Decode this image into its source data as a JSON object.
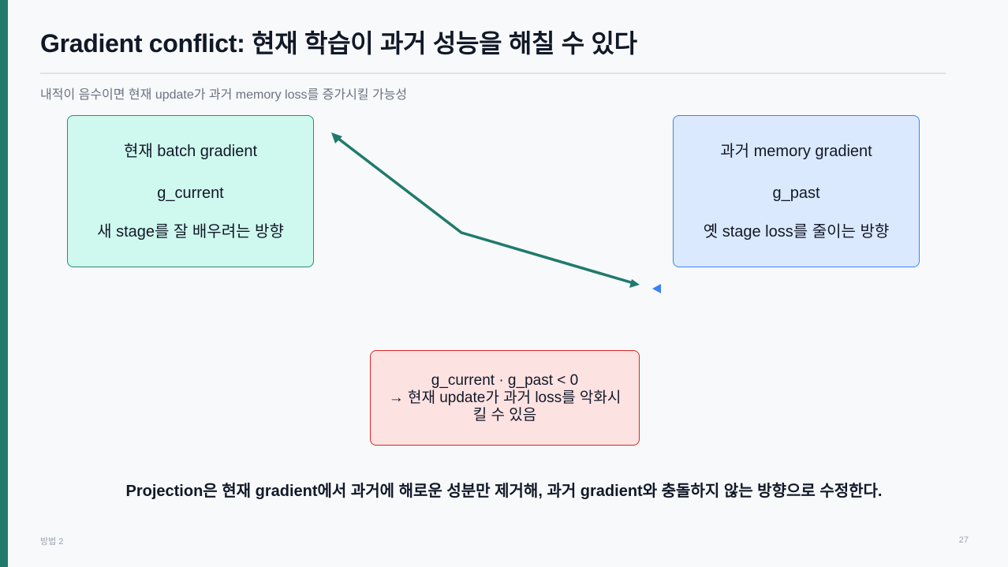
{
  "slide": {
    "title": "Gradient conflict: 현재 학습이 과거 성능을 해칠 수 있다",
    "subtitle": "내적이 음수이면 현재 update가 과거 memory loss를 증가시킬 가능성",
    "accent_color": "#1f7a6c"
  },
  "current_box": {
    "heading": "현재 batch gradient",
    "symbol": "g_current",
    "description": "새 stage를 잘 배우려는 방향",
    "fill_color": "#cff8ee",
    "border_color": "#2f8a74"
  },
  "past_box": {
    "heading": "과거 memory gradient",
    "symbol": "g_past",
    "description": "옛 stage loss를 줄이는 방향",
    "fill_color": "#dbe9fe",
    "border_color": "#3b82f6"
  },
  "conflict_box": {
    "line1": "g_current · g_past < 0",
    "line2": "→ 현재 update가 과거 loss를 악화시",
    "line3": "킬 수 있음",
    "fill_color": "#fde2e2",
    "border_color": "#dc2626"
  },
  "conclusion": "Projection은 현재 gradient에서 과거에 해로운 성분만 제거해, 과거 gradient와 충돌하지 않는 방향으로 수정한다.",
  "footer": {
    "section": "방법 2",
    "page_number": "27"
  }
}
